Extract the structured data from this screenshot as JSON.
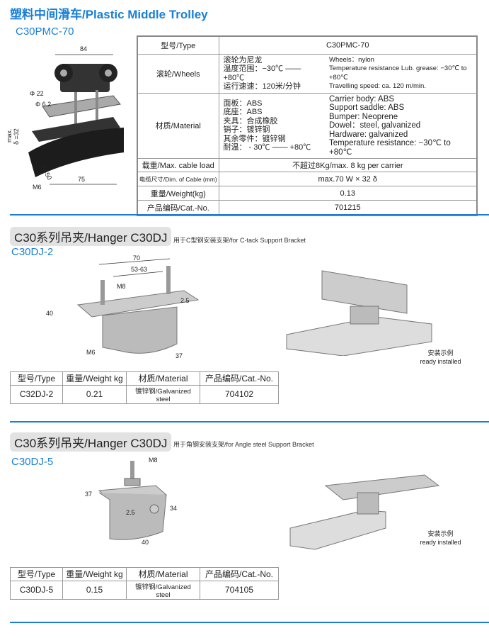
{
  "title": "塑料中间滑车/Plastic Middle Trolley",
  "trolley": {
    "model": "C30PMC-70",
    "drawing_labels": {
      "width": "84",
      "d22": "Φ 22",
      "d62": "Φ 6.2",
      "max": "max.",
      "delta": "δ =32",
      "r": "R=50",
      "m6": "M6",
      "len": "75"
    },
    "rows": {
      "type": {
        "label": "型号/Type",
        "value": "C30PMC-70"
      },
      "wheels": {
        "label": "滚轮/Wheels",
        "cn": [
          "滚轮为尼龙",
          "温度范围：−30℃ —— +80℃",
          "运行速速：120米/分钟"
        ],
        "en": [
          "Wheels：nylon",
          "Temperature resistance Lub. grease: −30℃ to +80℃",
          "Travelling speed: ca. 120 m/min."
        ]
      },
      "material": {
        "label": "材质/Material",
        "cn": [
          "面板：ABS",
          "底座：ABS",
          "夹具：合成橡胶",
          "销子：镀锌钢",
          "其余零件：镀锌钢",
          "耐温： - 30℃ —— +80℃"
        ],
        "en": [
          "Carrier body: ABS",
          "Support saddle: ABS",
          "Bumper: Neoprene",
          "Dowel：steel, galvanized",
          "Hardware: galvanized",
          "Temperature resistance: −30℃ to +80℃"
        ]
      },
      "load": {
        "label": "载重/Max. cable load",
        "value": "不超过8Kg/max. 8 kg per carrier"
      },
      "cable": {
        "label": "电缆尺寸/Dim. of Cable (mm)",
        "value": "max.70 W × 32 δ"
      },
      "weight": {
        "label": "重量/Weight(kg)",
        "value": "0.13"
      },
      "cat": {
        "label": "产品编码/Cat.-No.",
        "value": "701215"
      }
    }
  },
  "hanger1": {
    "heading": "C30系列吊夹/Hanger C30DJ",
    "note": "用于C型钢安装支架/for C-tack Support Bracket",
    "model": "C30DJ-2",
    "drawing_labels": {
      "a": "70",
      "b": "53-63",
      "m8": "M8",
      "w": "40",
      "t": "2.5",
      "d": "37",
      "m6": "M6"
    },
    "installed": [
      "安装示例",
      "ready installed"
    ],
    "headers": [
      "型号/Type",
      "重量/Weight kg",
      "材质/Material",
      "产品编码/Cat.-No."
    ],
    "row": [
      "C32DJ-2",
      "0.21",
      "镀锌钢/Galvanized steel",
      "704102"
    ]
  },
  "hanger2": {
    "heading": "C30系列吊夹/Hanger C30DJ",
    "note": "用于角钢安装支架/for Angle steel Support Bracket",
    "model": "C30DJ-5",
    "drawing_labels": {
      "m8": "M8",
      "w": "37",
      "t": "2.5",
      "h": "34",
      "d": "40"
    },
    "installed": [
      "安装示例",
      "ready installed"
    ],
    "headers": [
      "型号/Type",
      "重量/Weight kg",
      "材质/Material",
      "产品编码/Cat.-No."
    ],
    "row": [
      "C30DJ-5",
      "0.15",
      "镀锌钢/Galvanized steel",
      "704105"
    ]
  }
}
